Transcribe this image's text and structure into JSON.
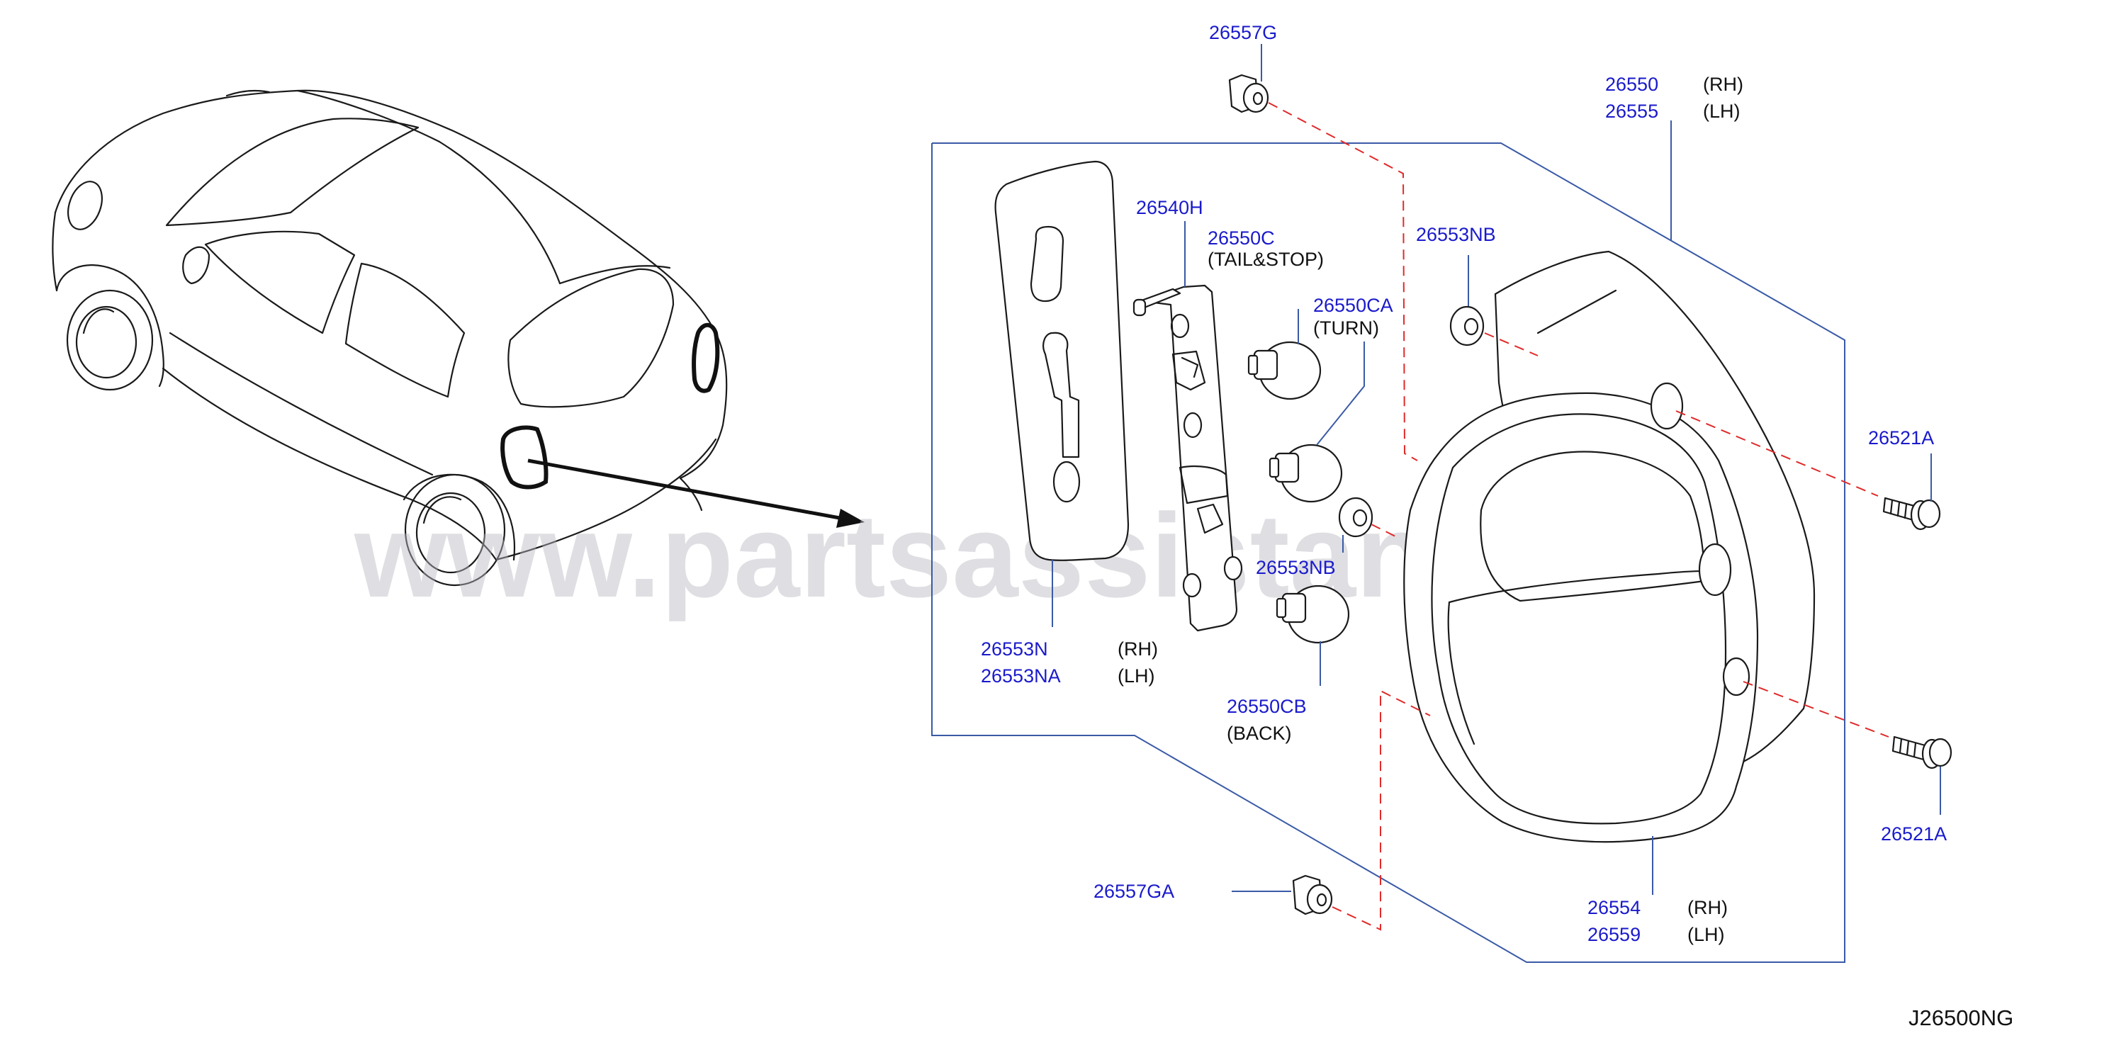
{
  "diagram": {
    "code": "J26500NG",
    "watermark": "www.partsassistant.com",
    "callouts": {
      "c26557G": "26557G",
      "c26550": "26550",
      "c26550_side": "(RH)",
      "c26555": "26555",
      "c26555_side": "(LH)",
      "c26540H": "26540H",
      "c26550C": "26550C",
      "c26550C_note": "(TAIL&STOP)",
      "c26553NB_top": "26553NB",
      "c26550CA": "26550CA",
      "c26550CA_note": "(TURN)",
      "c26521A_top": "26521A",
      "c26553NB_mid": "26553NB",
      "c26553N": "26553N",
      "c26553N_side": "(RH)",
      "c26553NA": "26553NA",
      "c26553NA_side": "(LH)",
      "c26550CB": "26550CB",
      "c26550CB_note": "(BACK)",
      "c26521A_bottom": "26521A",
      "c26557GA": "26557GA",
      "c26554": "26554",
      "c26554_side": "(RH)",
      "c26559": "26559",
      "c26559_side": "(LH)"
    }
  }
}
